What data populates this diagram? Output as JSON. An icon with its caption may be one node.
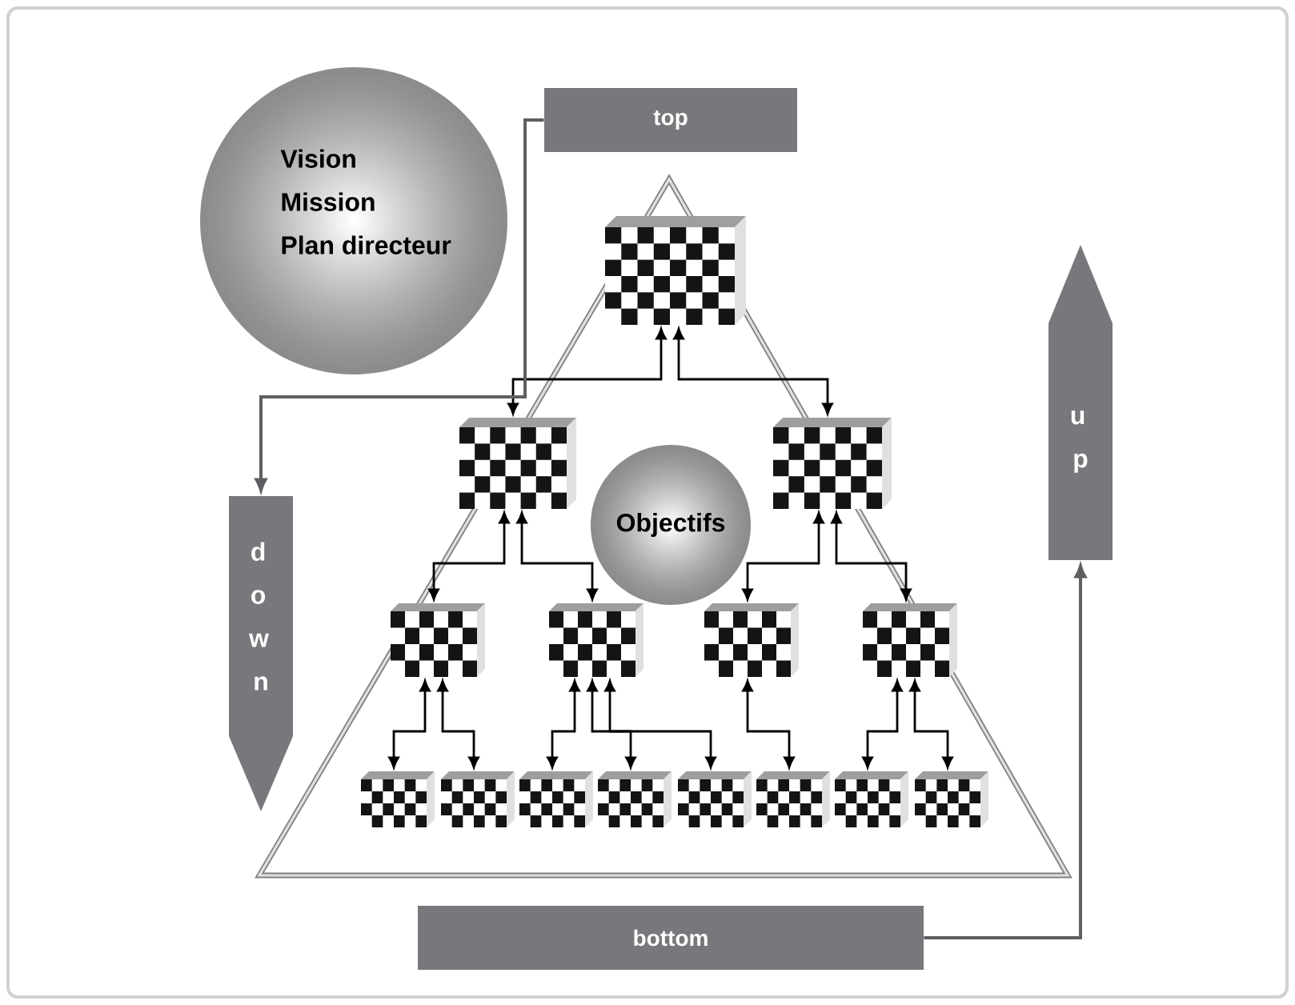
{
  "diagram": {
    "nodes": [
      {
        "text": [
          "Vision",
          "Mission",
          "Plan directeur"
        ]
      },
      {
        "text": [
          "top"
        ]
      },
      {
        "text": [
          "down"
        ]
      },
      {
        "text": [
          "up"
        ]
      },
      {
        "text": [
          "Objectifs"
        ]
      },
      {
        "text": [
          "bottom"
        ]
      },
      {
        "text": [],
        "shape": "box"
      },
      {
        "text": [],
        "shape": "box"
      },
      {
        "text": [],
        "shape": "box"
      },
      {
        "text": [],
        "shape": "box"
      },
      {
        "text": [],
        "shape": "box"
      },
      {
        "text": [],
        "shape": "box"
      },
      {
        "text": [],
        "shape": "box"
      },
      {
        "text": [],
        "shape": "box"
      },
      {
        "text": [],
        "shape": "box"
      },
      {
        "text": [],
        "shape": "box"
      },
      {
        "text": [],
        "shape": "box"
      },
      {
        "text": [],
        "shape": "box"
      },
      {
        "text": [],
        "shape": "box"
      },
      {
        "text": [],
        "shape": "box"
      },
      {
        "text": [],
        "shape": "box"
      }
    ],
    "edges": [
      {
        "from": 1,
        "to": 2,
        "arrow": "to",
        "color": "#5e5f62"
      },
      {
        "from": 5,
        "to": 3,
        "arrow": "to",
        "color": "#5e5f62"
      },
      {
        "from": 6,
        "to": 7,
        "arrow": "both"
      },
      {
        "from": 6,
        "to": 8,
        "arrow": "both"
      },
      {
        "from": 7,
        "to": 9,
        "arrow": "both"
      },
      {
        "from": 7,
        "to": 10,
        "arrow": "both"
      },
      {
        "from": 8,
        "to": 11,
        "arrow": "both"
      },
      {
        "from": 8,
        "to": 12,
        "arrow": "both"
      },
      {
        "from": 9,
        "to": 13,
        "arrow": "both"
      },
      {
        "from": 9,
        "to": 14,
        "arrow": "both"
      },
      {
        "from": 10,
        "to": 15,
        "arrow": "both"
      },
      {
        "from": 10,
        "to": 16,
        "arrow": "both"
      },
      {
        "from": 10,
        "to": 17,
        "arrow": "both"
      },
      {
        "from": 11,
        "to": 18,
        "arrow": "both"
      },
      {
        "from": 12,
        "to": 19,
        "arrow": "both"
      },
      {
        "from": 12,
        "to": 20,
        "arrow": "both"
      }
    ]
  }
}
